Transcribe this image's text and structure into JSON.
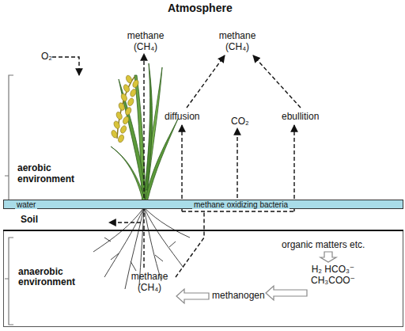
{
  "diagram": {
    "nodes": [
      {
        "text": [
          "water",
          "methane oxidizing bacteria"
        ]
      },
      {
        "text": [
          "Soil"
        ]
      },
      {
        "text": [
          "anaerobic environment"
        ]
      }
    ],
    "labels": [
      "Atmosphere",
      "methane (CH₄)",
      "methane (CH₄)",
      "O₂",
      "diffusion",
      "CO₂",
      "ebullition",
      "aerobic environment",
      "organic matters etc.",
      "H₂ HCO₃⁻ CH₃COO⁻",
      "methane (CH₄)",
      "methanogen"
    ]
  }
}
